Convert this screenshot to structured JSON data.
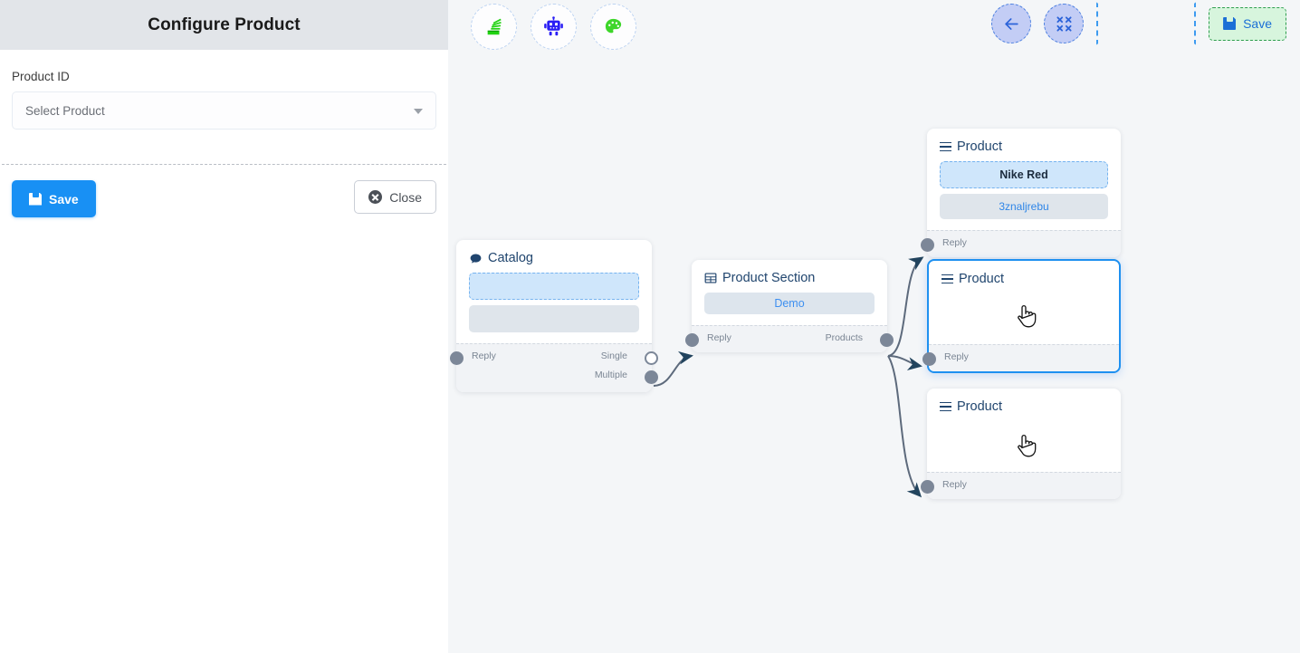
{
  "panel": {
    "title": "Configure Product",
    "field_label": "Product ID",
    "select": {
      "value": "Select Product",
      "placeholder": "Select Product",
      "caret_icon": "chevron-down-icon"
    },
    "save_label": "Save",
    "close_label": "Close",
    "save_icon": "save-disk-icon",
    "close_icon": "close-circle-icon",
    "accent_color": "#1890f4",
    "header_bg": "#e2e5e9"
  },
  "toolbar": {
    "left_tools": [
      {
        "name": "stack-overflow-icon",
        "glyph": "stack",
        "color": "#22d312"
      },
      {
        "name": "robot-icon",
        "glyph": "robot",
        "color": "#2a1ef5"
      },
      {
        "name": "palette-icon",
        "glyph": "palette",
        "color": "#3ed62a"
      }
    ],
    "right_tools": [
      {
        "name": "back-arrow-icon",
        "glyph": "←"
      },
      {
        "name": "fit-to-screen-icon",
        "glyph": "fit"
      }
    ],
    "bracket_slot": "",
    "save_label": "Save",
    "save_icon": "save-disk-icon",
    "save_bg": "#d7f5dd",
    "save_border": "#2f9e4f",
    "save_text_color": "#1b6fd6"
  },
  "canvas": {
    "background": "#f4f6f8",
    "edge_color": "#5d6a7c",
    "nodes": [
      {
        "id": "catalog",
        "title": "Catalog",
        "icon": "speech-bubble-icon",
        "chips": [
          {
            "text": "",
            "style": "dashed-blue"
          },
          {
            "text": "",
            "style": "grey"
          }
        ],
        "ports_in": [
          {
            "label": "Reply"
          }
        ],
        "ports_out": [
          {
            "label": "Single",
            "filled": false
          },
          {
            "label": "Multiple",
            "filled": true
          }
        ]
      },
      {
        "id": "product-section",
        "title": "Product Section",
        "icon": "grid-table-icon",
        "chips": [
          {
            "text": "Demo",
            "style": "demo"
          }
        ],
        "ports_in": [
          {
            "label": "Reply"
          }
        ],
        "ports_out": [
          {
            "label": "Products",
            "filled": true
          }
        ]
      },
      {
        "id": "product-1",
        "title": "Product",
        "icon": "hamburger-list-icon",
        "chips": [
          {
            "text": "Nike Red",
            "style": "dashed-blue"
          },
          {
            "text": "3znaljrebu",
            "style": "grey"
          }
        ],
        "ports_in": [
          {
            "label": "Reply"
          }
        ],
        "ports_out": [],
        "selected": false
      },
      {
        "id": "product-2",
        "title": "Product",
        "icon": "hamburger-list-icon",
        "chips": [],
        "ports_in": [
          {
            "label": "Reply"
          }
        ],
        "ports_out": [],
        "selected": true,
        "cursor": "pointer-hand"
      },
      {
        "id": "product-3",
        "title": "Product",
        "icon": "hamburger-list-icon",
        "chips": [],
        "ports_in": [
          {
            "label": "Reply"
          }
        ],
        "ports_out": [],
        "selected": false,
        "cursor": "pointer-hand"
      }
    ]
  }
}
